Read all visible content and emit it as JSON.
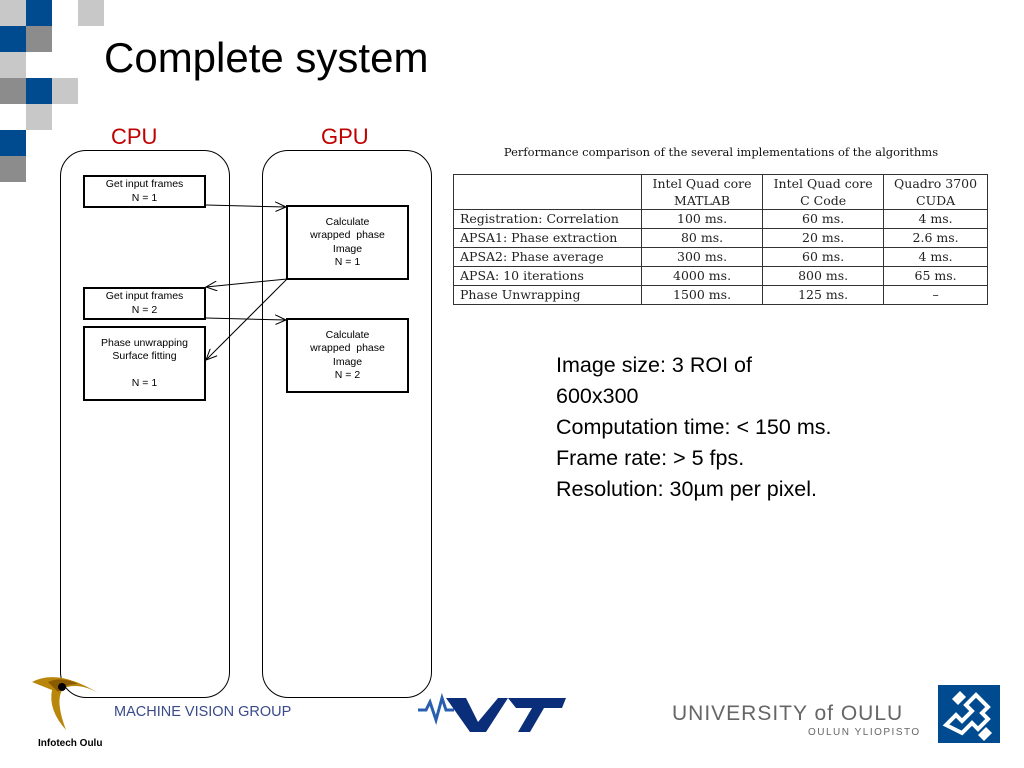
{
  "slide": {
    "title": "Complete system"
  },
  "diagram": {
    "cpu_label": "CPU",
    "gpu_label": "GPU",
    "cpu_boxes": [
      {
        "lines": [
          "Get input frames",
          "N = 1"
        ]
      },
      {
        "lines": [
          "Get input frames",
          "N = 2"
        ]
      },
      {
        "lines": [
          "Phase unwrapping",
          "Surface fitting",
          "",
          "N = 1"
        ]
      }
    ],
    "gpu_boxes": [
      {
        "lines": [
          "Calculate",
          "wrapped  phase",
          "Image",
          "N = 1"
        ]
      },
      {
        "lines": [
          "Calculate",
          "wrapped  phase",
          "Image",
          "N = 2"
        ]
      }
    ]
  },
  "table": {
    "caption": "Performance comparison of the several implementations of the algorithms",
    "headers": [
      [
        "",
        ""
      ],
      [
        "Intel Quad core",
        "MATLAB"
      ],
      [
        "Intel Quad core",
        "C Code"
      ],
      [
        "Quadro 3700",
        "CUDA"
      ]
    ],
    "rows": [
      [
        "Registration:  Correlation",
        "100 ms.",
        "60 ms.",
        "4 ms."
      ],
      [
        "APSA1:  Phase extraction",
        "80 ms.",
        "20 ms.",
        "2.6 ms."
      ],
      [
        "APSA2:  Phase average",
        "300 ms.",
        "60 ms.",
        "4 ms."
      ],
      [
        "APSA:  10 iterations",
        "4000 ms.",
        "800 ms.",
        "65 ms."
      ],
      [
        "Phase Unwrapping",
        "1500 ms.",
        "125 ms.",
        "–"
      ]
    ]
  },
  "info": {
    "lines": [
      "Image size: 3 ROI of",
      "600x300",
      "Computation time: < 150 ms.",
      "Frame rate: > 5 fps.",
      "Resolution: 30µm per pixel."
    ]
  },
  "footer": {
    "group": "MACHINE VISION GROUP",
    "infotech_logo_text": "Infotech Oulu",
    "university_name": "UNIVERSITY of OULU",
    "university_sub": "OULUN YLIOPISTO",
    "colors": {
      "accent_blue": "#004a8f",
      "grey": "#8c8c8c",
      "light_grey": "#c8c8c8"
    }
  }
}
